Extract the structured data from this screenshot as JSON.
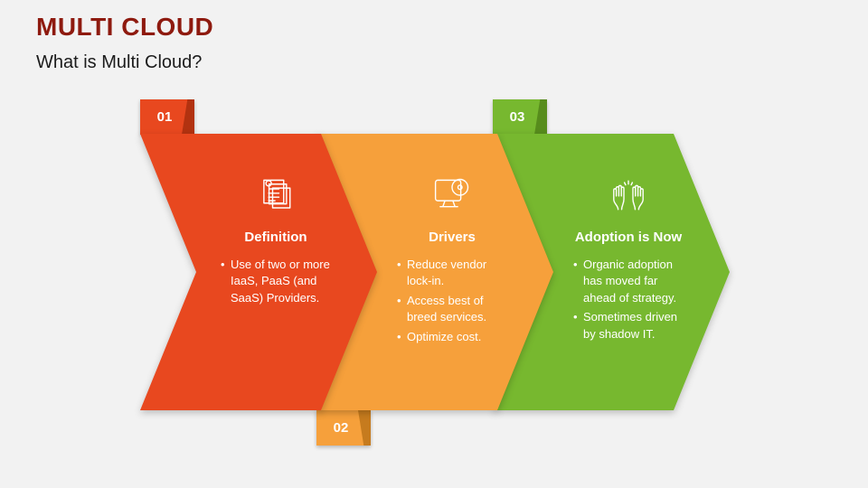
{
  "slide": {
    "title": "MULTI CLOUD",
    "subtitle": "What is Multi Cloud?",
    "title_color": "#8e1a0f",
    "background_color": "#f2f2f2"
  },
  "steps": [
    {
      "number": "01",
      "heading": "Definition",
      "icon": "notes-stack-icon",
      "color": "#e8481f",
      "fold_color": "#b23210",
      "tab_position": "top",
      "bullets": [
        "Use of two or more IaaS, PaaS (and SaaS) Providers."
      ]
    },
    {
      "number": "02",
      "heading": "Drivers",
      "icon": "computer-disc-icon",
      "color": "#f6a03b",
      "fold_color": "#c67b1e",
      "tab_position": "bottom",
      "bullets": [
        "Reduce vendor lock-in.",
        "Access best of breed services.",
        "Optimize cost."
      ]
    },
    {
      "number": "03",
      "heading": "Adoption is Now",
      "icon": "raised-hands-icon",
      "color": "#77b82f",
      "fold_color": "#578c1c",
      "tab_position": "top",
      "bullets": [
        "Organic adoption has moved far ahead of strategy.",
        "Sometimes driven by shadow IT."
      ]
    }
  ]
}
